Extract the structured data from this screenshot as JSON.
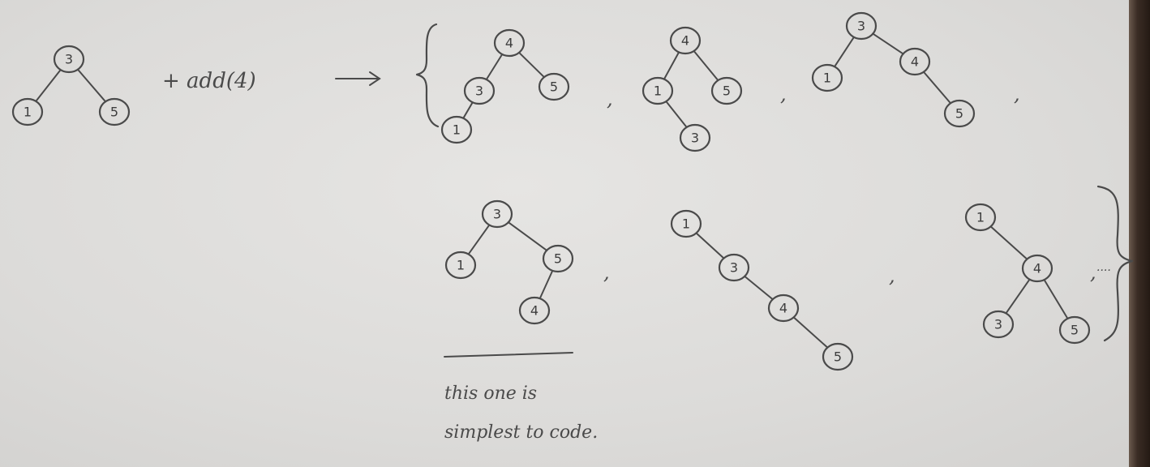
{
  "diagram": {
    "operator": "+ add(4)",
    "separator": ",",
    "ellipsis": "....",
    "note_line1": "this one is",
    "note_line2": "simplest to code."
  },
  "trees": [
    {
      "name": "initial-tree",
      "nodes": [
        {
          "id": "a",
          "label": "3"
        },
        {
          "id": "b",
          "label": "1"
        },
        {
          "id": "c",
          "label": "5"
        }
      ],
      "edges": [
        [
          "a",
          "b"
        ],
        [
          "a",
          "c"
        ]
      ]
    },
    {
      "name": "result-tree-1",
      "nodes": [
        {
          "id": "a",
          "label": "4"
        },
        {
          "id": "b",
          "label": "3"
        },
        {
          "id": "c",
          "label": "5"
        },
        {
          "id": "d",
          "label": "1"
        }
      ],
      "edges": [
        [
          "a",
          "b"
        ],
        [
          "a",
          "c"
        ],
        [
          "b",
          "d"
        ]
      ]
    },
    {
      "name": "result-tree-2",
      "nodes": [
        {
          "id": "a",
          "label": "4"
        },
        {
          "id": "b",
          "label": "1"
        },
        {
          "id": "c",
          "label": "5"
        },
        {
          "id": "d",
          "label": "3"
        }
      ],
      "edges": [
        [
          "a",
          "b"
        ],
        [
          "a",
          "c"
        ],
        [
          "b",
          "d"
        ]
      ]
    },
    {
      "name": "result-tree-3",
      "nodes": [
        {
          "id": "a",
          "label": "3"
        },
        {
          "id": "b",
          "label": "1"
        },
        {
          "id": "c",
          "label": "4"
        },
        {
          "id": "d",
          "label": "5"
        }
      ],
      "edges": [
        [
          "a",
          "b"
        ],
        [
          "a",
          "c"
        ],
        [
          "c",
          "d"
        ]
      ]
    },
    {
      "name": "result-tree-4",
      "nodes": [
        {
          "id": "a",
          "label": "3"
        },
        {
          "id": "b",
          "label": "1"
        },
        {
          "id": "c",
          "label": "5"
        },
        {
          "id": "d",
          "label": "4"
        }
      ],
      "edges": [
        [
          "a",
          "b"
        ],
        [
          "a",
          "c"
        ],
        [
          "c",
          "d"
        ]
      ]
    },
    {
      "name": "result-tree-5",
      "nodes": [
        {
          "id": "a",
          "label": "1"
        },
        {
          "id": "b",
          "label": "3"
        },
        {
          "id": "c",
          "label": "4"
        },
        {
          "id": "d",
          "label": "5"
        }
      ],
      "edges": [
        [
          "a",
          "b"
        ],
        [
          "b",
          "c"
        ],
        [
          "c",
          "d"
        ]
      ]
    },
    {
      "name": "result-tree-6",
      "nodes": [
        {
          "id": "a",
          "label": "1"
        },
        {
          "id": "b",
          "label": "4"
        },
        {
          "id": "c",
          "label": "3"
        },
        {
          "id": "d",
          "label": "5"
        }
      ],
      "edges": [
        [
          "a",
          "b"
        ],
        [
          "b",
          "c"
        ],
        [
          "b",
          "d"
        ]
      ]
    }
  ]
}
